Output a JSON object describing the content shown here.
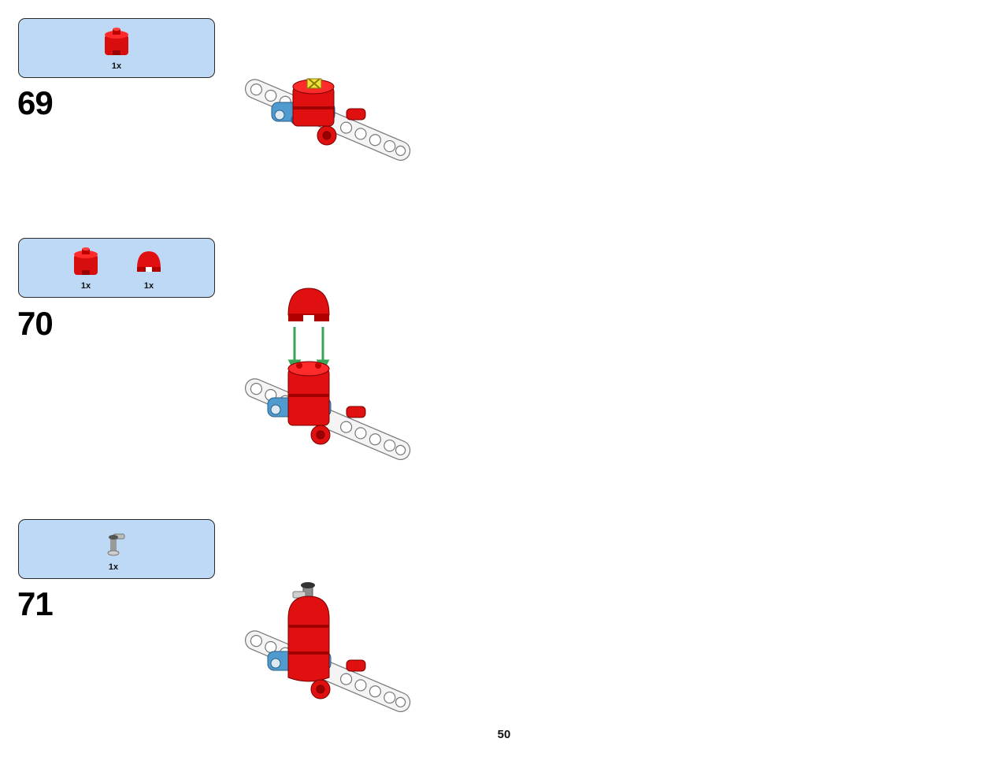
{
  "steps": [
    {
      "number": "69",
      "parts": [
        {
          "icon": "red-round-brick-icon",
          "qty": "1x"
        }
      ]
    },
    {
      "number": "70",
      "parts": [
        {
          "icon": "red-round-brick-icon",
          "qty": "1x"
        },
        {
          "icon": "red-dome-icon",
          "qty": "1x"
        }
      ]
    },
    {
      "number": "71",
      "parts": [
        {
          "icon": "grey-tap-piece-icon",
          "qty": "1x"
        }
      ]
    }
  ],
  "page_number": "50",
  "colors": {
    "parts_box_bg": "#bdd9f5",
    "brick_red": "#e01010",
    "beam_white": "#f4f4f4",
    "connector_blue": "#4f9bd0",
    "arrow_green": "#3aa45a"
  }
}
